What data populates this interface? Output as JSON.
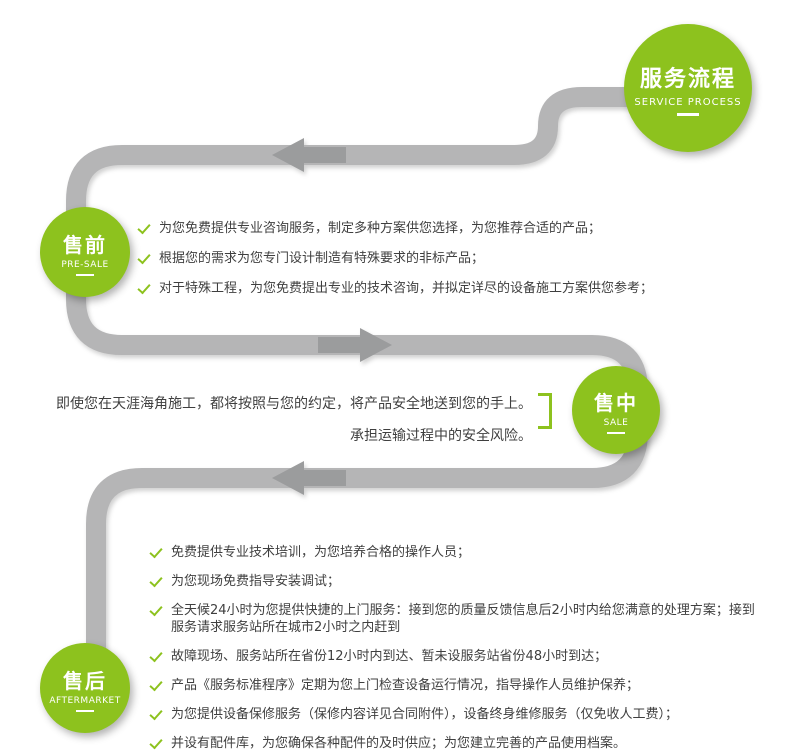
{
  "colors": {
    "green": "#8dc21e",
    "road": "#b5b5b6",
    "arrow": "#9b9c9d",
    "text": "#3f3f3f"
  },
  "header": {
    "title": "服务流程",
    "subtitle": "SERVICE PROCESS"
  },
  "stages": [
    {
      "title": "售前",
      "subtitle": "PRE-SALE",
      "items": [
        "为您免费提供专业咨询服务，制定多种方案供您选择，为您推荐合适的产品；",
        "根据您的需求为您专门设计制造有特殊要求的非标产品；",
        "对于特殊工程，为您免费提出专业的技术咨询，并拟定详尽的设备施工方案供您参考；"
      ]
    },
    {
      "title": "售中",
      "subtitle": "SALE",
      "lines": [
        "即使您在天涯海角施工，都将按照与您的约定，将产品安全地送到您的手上。",
        "承担运输过程中的安全风险。"
      ]
    },
    {
      "title": "售后",
      "subtitle": "AFTERMARKET",
      "items": [
        "免费提供专业技术培训，为您培养合格的操作人员；",
        "为您现场免费指导安装调试；",
        "全天候24小时为您提供快捷的上门服务：接到您的质量反馈信息后2小时内给您满意的处理方案；接到服务请求服务站所在城市2小时之内赶到",
        "故障现场、服务站所在省份12小时内到达、暂未设服务站省份48小时到达；",
        "产品《服务标准程序》定期为您上门检查设备运行情况，指导操作人员维护保养；",
        "为您提供设备保修服务（保修内容详见合同附件），设备终身维修服务（仅免收人工费）；",
        "并设有配件库，为您确保各种配件的及时供应；为您建立完善的产品使用档案。"
      ]
    }
  ]
}
